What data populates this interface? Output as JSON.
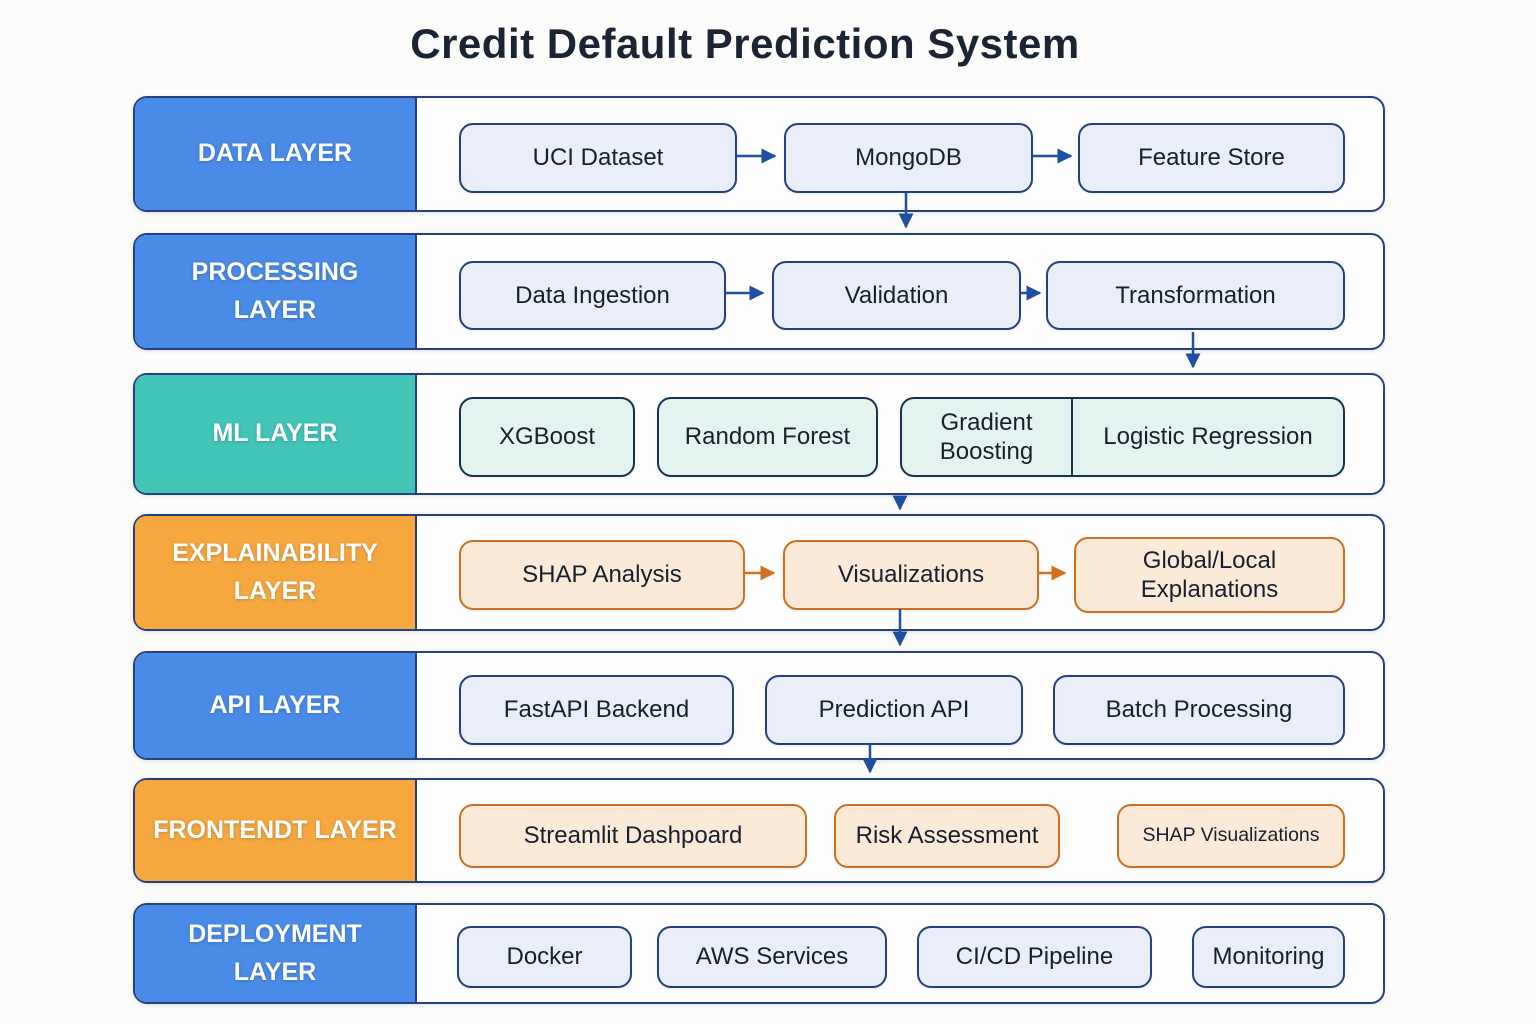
{
  "title": "Credit Default Prediction System",
  "colors": {
    "layer_blue": "#4a8be8",
    "layer_teal": "#42c4b7",
    "layer_orange": "#f6a83e",
    "row_border_navy": "#26417d",
    "node_blue_fill": "#e9eef9",
    "node_mint_fill": "#e3f4f0",
    "node_peach_fill": "#fcead9",
    "node_orange_border": "#ce6f22",
    "arrow_navy": "#1f4fa0",
    "arrow_orange": "#d2711f",
    "title_color": "#1b2433"
  },
  "layers": [
    {
      "label": "DATA LAYER",
      "theme": "blue",
      "nodes": [
        {
          "label": "UCI Dataset"
        },
        {
          "label": "MongoDB"
        },
        {
          "label": "Feature Store"
        }
      ]
    },
    {
      "label": "PROCESSING LAYER",
      "theme": "blue",
      "nodes": [
        {
          "label": "Data Ingestion"
        },
        {
          "label": "Validation"
        },
        {
          "label": "Transformation"
        }
      ]
    },
    {
      "label": "ML LAYER",
      "theme": "teal",
      "nodes": [
        {
          "label": "XGBoost"
        },
        {
          "label": "Random Forest"
        },
        {
          "label": "Gradient Boosting"
        },
        {
          "label": "Logistic Regression"
        }
      ]
    },
    {
      "label": "EXPLAINABILITY LAYER",
      "theme": "orange",
      "nodes": [
        {
          "label": "SHAP Analysis"
        },
        {
          "label": "Visualizations"
        },
        {
          "label": "Global/Local Explanations"
        }
      ]
    },
    {
      "label": "API LAYER",
      "theme": "blue",
      "nodes": [
        {
          "label": "FastAPI Backend"
        },
        {
          "label": "Prediction API"
        },
        {
          "label": "Batch Processing"
        }
      ]
    },
    {
      "label": "FRONTENDT LAYER",
      "theme": "orange",
      "nodes": [
        {
          "label": "Streamlit Dashpoard"
        },
        {
          "label": "Risk Assessment"
        },
        {
          "label": "SHAP Visualizations"
        }
      ]
    },
    {
      "label": "DEPLOYMENT LAYER",
      "theme": "blue",
      "nodes": [
        {
          "label": "Docker"
        },
        {
          "label": "AWS Services"
        },
        {
          "label": "CI/CD Pipeline"
        },
        {
          "label": "Monitoring"
        }
      ]
    }
  ],
  "connections": [
    {
      "from": "UCI Dataset",
      "to": "MongoDB"
    },
    {
      "from": "MongoDB",
      "to": "Feature Store"
    },
    {
      "from": "MongoDB",
      "to": "PROCESSING LAYER"
    },
    {
      "from": "Data Ingestion",
      "to": "Validation"
    },
    {
      "from": "Validation",
      "to": "Transformation"
    },
    {
      "from": "Transformation",
      "to": "ML LAYER"
    },
    {
      "from": "ML LAYER",
      "to": "EXPLAINABILITY LAYER"
    },
    {
      "from": "SHAP Analysis",
      "to": "Visualizations"
    },
    {
      "from": "Visualizations",
      "to": "Global/Local Explanations"
    },
    {
      "from": "Visualizations",
      "to": "API LAYER"
    },
    {
      "from": "Prediction API",
      "to": "FRONTENDT LAYER"
    }
  ]
}
